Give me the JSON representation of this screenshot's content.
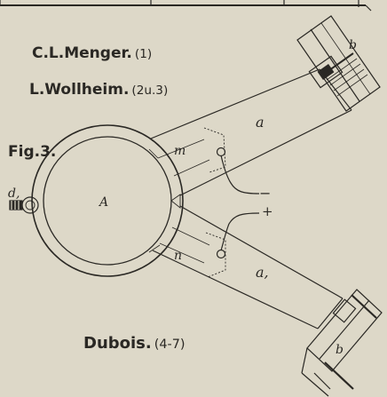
{
  "captions": {
    "menger": "C.L.Menger.",
    "menger_ref": "(1)",
    "wollheim": "L.Wollheim.",
    "wollheim_ref": "(2u.3)",
    "figure": "Fig.3.",
    "dubois": "Dubois.",
    "dubois_ref": "(4-7)"
  },
  "labels": {
    "ring": "A",
    "arm_upper": "a",
    "arm_lower": "a,",
    "pole_upper": "m",
    "pole_lower": "n",
    "clamp_upper": "b",
    "clamp_lower": "b",
    "screw": "d,",
    "terminal_minus": "−",
    "terminal_plus": "+"
  },
  "colors": {
    "paper": "#ddd8c8",
    "ink": "#2a2824"
  }
}
